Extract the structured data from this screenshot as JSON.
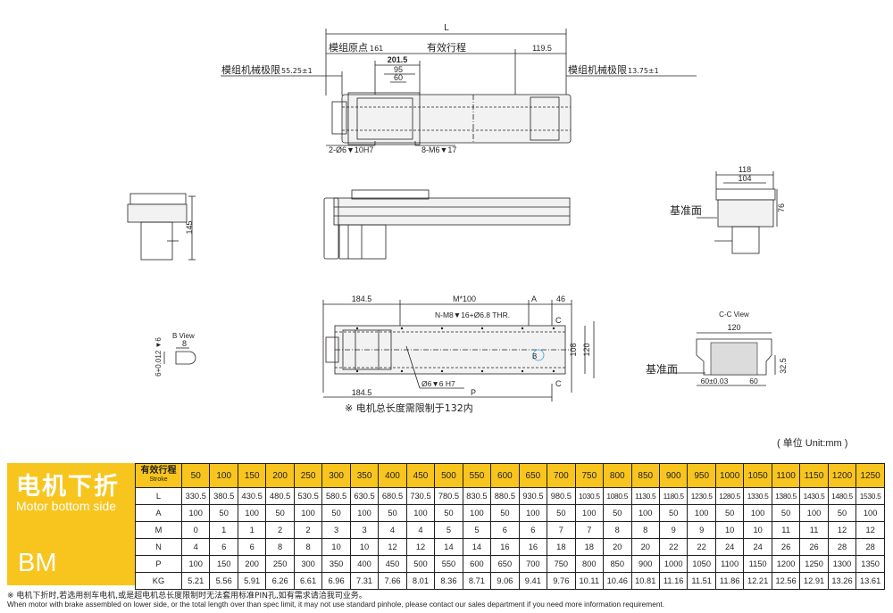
{
  "top_view": {
    "L": "L",
    "origin": "模组原点",
    "origin_val": "161",
    "stroke": "有效行程",
    "d119": "119.5",
    "d201": "201.5",
    "d95": "95",
    "d60": "60",
    "limit_left": "模组机械极限",
    "limit_left_val": "55.25±1",
    "limit_right": "模组机械极限",
    "limit_right_val": "13.75±1",
    "holes1": "2-Ø6▼10H7",
    "holes2": "8-M6▼17"
  },
  "side_view": {
    "d145": "145"
  },
  "end_view": {
    "d118": "118",
    "d104": "104",
    "d76": "76",
    "datum": "基准面"
  },
  "bottom_view": {
    "d184_top": "184.5",
    "m100": "M*100",
    "a": "A",
    "d46": "46",
    "screws": "N-M8▼16+Ø6.8 THR.",
    "c1": "C",
    "c2": "C",
    "b": "B",
    "d108": "108",
    "d120": "120",
    "pin": "Ø6▼6 H7",
    "d184_bot": "184.5",
    "p": "P",
    "motor_note": "※ 电机总长度需限制于132内"
  },
  "b_view": {
    "title": "B View",
    "d8": "8",
    "tol": "6+0.012 ▼6"
  },
  "cc_view": {
    "title": "C-C View",
    "d120": "120",
    "datum": "基准面",
    "d60a": "60±0.03",
    "d60b": "60",
    "d32": "32.5"
  },
  "unit": "( 单位 Unit:mm )",
  "mount": {
    "zh": "电机下折",
    "en": "Motor bottom side",
    "code": "BM"
  },
  "table": {
    "stroke_zh": "有效行程",
    "stroke_en": "Stroke",
    "strokes": [
      "50",
      "100",
      "150",
      "200",
      "250",
      "300",
      "350",
      "400",
      "450",
      "500",
      "550",
      "600",
      "650",
      "700",
      "750",
      "800",
      "850",
      "900",
      "950",
      "1000",
      "1050",
      "1100",
      "1150",
      "1200",
      "1250"
    ],
    "rows": [
      {
        "label": "L",
        "values": [
          "330.5",
          "380.5",
          "430.5",
          "480.5",
          "530.5",
          "580.5",
          "630.5",
          "680.5",
          "730.5",
          "780.5",
          "830.5",
          "880.5",
          "930.5",
          "980.5",
          "1030.5",
          "1080.5",
          "1130.5",
          "1180.5",
          "1230.5",
          "1280.5",
          "1330.5",
          "1380.5",
          "1430.5",
          "1480.5",
          "1530.5"
        ]
      },
      {
        "label": "A",
        "values": [
          "100",
          "50",
          "100",
          "50",
          "100",
          "50",
          "100",
          "50",
          "100",
          "50",
          "100",
          "50",
          "100",
          "50",
          "100",
          "50",
          "100",
          "50",
          "100",
          "50",
          "100",
          "50",
          "100",
          "50",
          "100"
        ]
      },
      {
        "label": "M",
        "values": [
          "0",
          "1",
          "1",
          "2",
          "2",
          "3",
          "3",
          "4",
          "4",
          "5",
          "5",
          "6",
          "6",
          "7",
          "7",
          "8",
          "8",
          "9",
          "9",
          "10",
          "10",
          "11",
          "11",
          "12",
          "12"
        ]
      },
      {
        "label": "N",
        "values": [
          "4",
          "6",
          "6",
          "8",
          "8",
          "10",
          "10",
          "12",
          "12",
          "14",
          "14",
          "16",
          "16",
          "18",
          "18",
          "20",
          "20",
          "22",
          "22",
          "24",
          "24",
          "26",
          "26",
          "28",
          "28"
        ]
      },
      {
        "label": "P",
        "values": [
          "100",
          "150",
          "200",
          "250",
          "300",
          "350",
          "400",
          "450",
          "500",
          "550",
          "600",
          "650",
          "700",
          "750",
          "800",
          "850",
          "900",
          "1000",
          "1050",
          "1100",
          "1150",
          "1200",
          "1250",
          "1300",
          "1350"
        ]
      },
      {
        "label": "KG",
        "values": [
          "5.21",
          "5.56",
          "5.91",
          "6.26",
          "6.61",
          "6.96",
          "7.31",
          "7.66",
          "8.01",
          "8.36",
          "8.71",
          "9.06",
          "9.41",
          "9.76",
          "10.11",
          "10.46",
          "10.81",
          "11.16",
          "11.51",
          "11.86",
          "12.21",
          "12.56",
          "12.91",
          "13.26",
          "13.61"
        ]
      }
    ]
  },
  "notes": {
    "zh": "※ 电机下折时,若选用刹车电机,或是超电机总长度限制时无法套用标准PIN孔,如有需求请洽我司业务。",
    "en": "When motor with brake assembled on lower side, or the total length over than spec limit, it may not use standard pinhole, please contact our sales department if you need more information requirement."
  },
  "colors": {
    "accent": "#f7c51e",
    "blue": "#2ea7e0",
    "orange": "#f39800",
    "line": "#231f20"
  }
}
